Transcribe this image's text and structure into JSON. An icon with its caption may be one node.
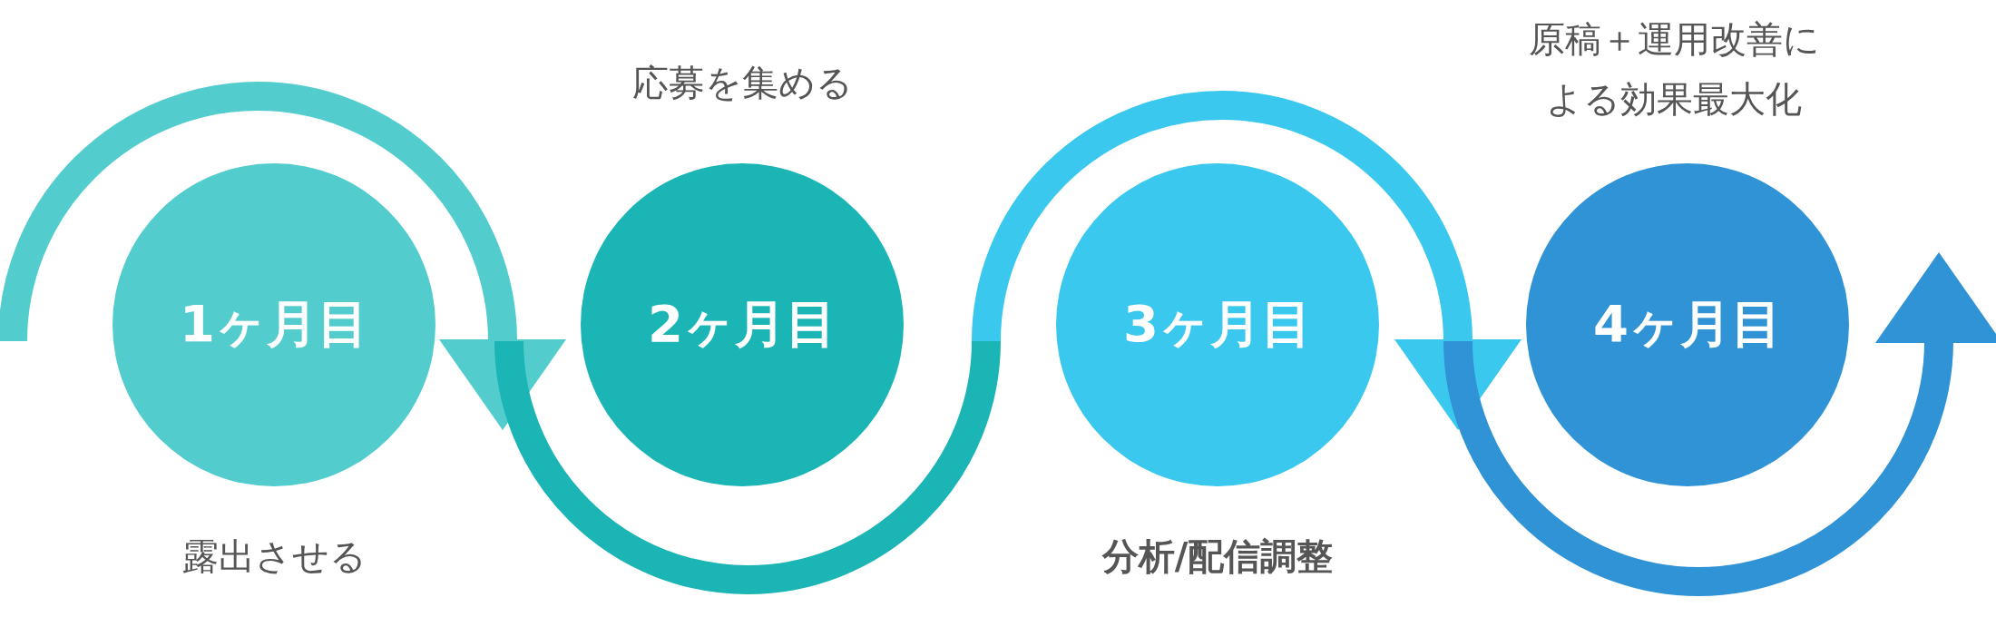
{
  "diagram": {
    "nodes": [
      {
        "text": [
          "1ヶ月目"
        ],
        "beside": [
          "露出させる"
        ]
      },
      {
        "text": [
          "2ヶ月目"
        ],
        "beside": [
          "応募を集める"
        ]
      },
      {
        "text": [
          "3ヶ月目"
        ],
        "beside": [
          "分析/配信調整"
        ]
      },
      {
        "text": [
          "4ヶ月目"
        ],
        "beside": [
          "原稿＋運用改善による効果最大化"
        ]
      }
    ]
  }
}
